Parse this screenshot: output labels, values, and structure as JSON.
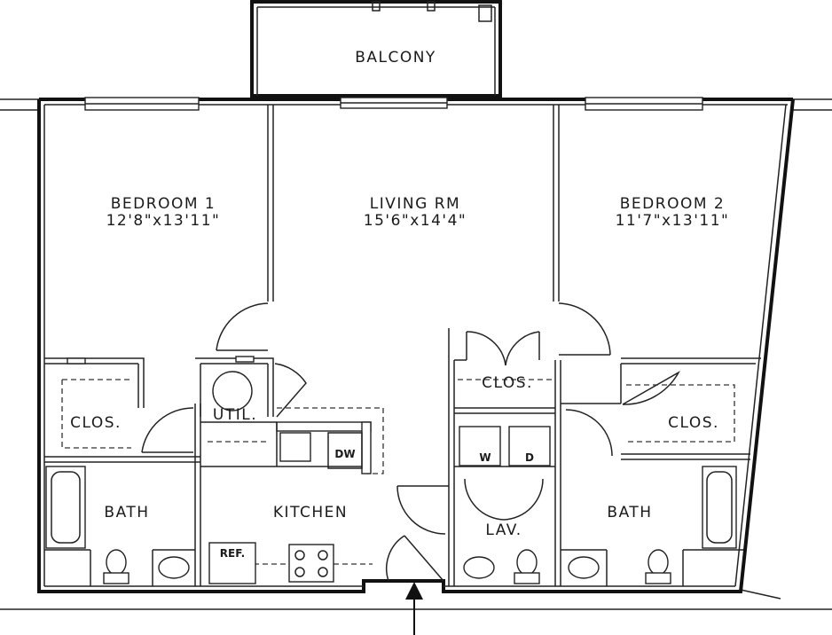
{
  "rooms": {
    "balcony": {
      "name": "BALCONY"
    },
    "bedroom1": {
      "name": "BEDROOM 1",
      "size": "12'8\"x13'11\""
    },
    "living": {
      "name": "LIVING RM",
      "size": "15'6\"x14'4\""
    },
    "bedroom2": {
      "name": "BEDROOM 2",
      "size": "11'7\"x13'11\""
    },
    "clos_left": {
      "name": "CLOS."
    },
    "clos_center": {
      "name": "CLOS."
    },
    "clos_right": {
      "name": "CLOS."
    },
    "util": {
      "name": "UTIL."
    },
    "bath_left": {
      "name": "BATH"
    },
    "kitchen": {
      "name": "KITCHEN"
    },
    "lav": {
      "name": "LAV."
    },
    "bath_right": {
      "name": "BATH"
    }
  },
  "fixtures": {
    "dishwasher": "DW",
    "refrigerator": "REF.",
    "washer": "W",
    "dryer": "D"
  },
  "entry_icon": "arrow-up-icon"
}
